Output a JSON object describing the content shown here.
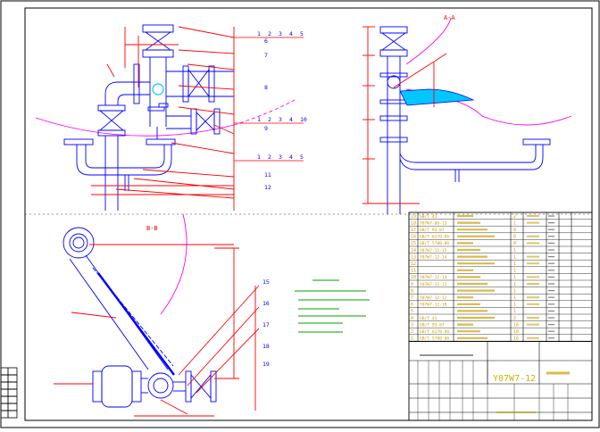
{
  "colors": {
    "background": "#ffffff",
    "outline": "#0000ff",
    "dimension": "#ff0000",
    "arc": "#ff00ff",
    "fill": "#00c8ff",
    "note_text": "#00a000",
    "title_text": "#c8b400",
    "table_text": "#c8a000"
  },
  "views": {
    "section_aa": "A-A",
    "section_bb": "B-B"
  },
  "callouts": {
    "row1": [
      "1",
      "2",
      "3",
      "4",
      "5"
    ],
    "row2": [
      "1",
      "2",
      "3",
      "4",
      "10"
    ],
    "row3": [
      "1",
      "2",
      "3",
      "4",
      "5"
    ],
    "side": [
      "6",
      "7",
      "8",
      "9",
      "11",
      "12"
    ],
    "bb": [
      "15",
      "16",
      "17",
      "18",
      "19"
    ]
  },
  "drawing": {
    "number": "Y07W7-12"
  },
  "parts_table": {
    "rows": [
      {
        "no": "19",
        "code": "GB/T 41",
        "qty": "2"
      },
      {
        "no": "18",
        "code": "Y07W7-06-13",
        "qty": "1"
      },
      {
        "no": "17",
        "code": "GB/T 93-87",
        "qty": "8"
      },
      {
        "no": "16",
        "code": "GB/T 6170-86",
        "qty": "8"
      },
      {
        "no": "15",
        "code": "GB/T 5780-86",
        "qty": "8"
      },
      {
        "no": "14",
        "code": "Y07W7-12-15",
        "qty": "1"
      },
      {
        "no": "13",
        "code": "Y07W7-12-14",
        "qty": "1"
      },
      {
        "no": "12",
        "code": "",
        "qty": "1"
      },
      {
        "no": "11",
        "code": "",
        "qty": "1"
      },
      {
        "no": "10",
        "code": "Y07W7-12-13",
        "qty": "1"
      },
      {
        "no": "9",
        "code": "Y07W7-12-12",
        "qty": "1"
      },
      {
        "no": "8",
        "code": "",
        "qty": "1"
      },
      {
        "no": "7",
        "code": "Y07W7-12-11",
        "qty": "1"
      },
      {
        "no": "6",
        "code": "Y07W7-12-10",
        "qty": "1"
      },
      {
        "no": "5",
        "code": "",
        "qty": "1"
      },
      {
        "no": "4",
        "code": "GB/T 41",
        "qty": "2"
      },
      {
        "no": "3",
        "code": "GB/T 93-87",
        "qty": "16"
      },
      {
        "no": "2",
        "code": "GB/T 6170-86",
        "qty": "16"
      },
      {
        "no": "1",
        "code": "GB/T 5780-86",
        "qty": "16"
      }
    ]
  }
}
